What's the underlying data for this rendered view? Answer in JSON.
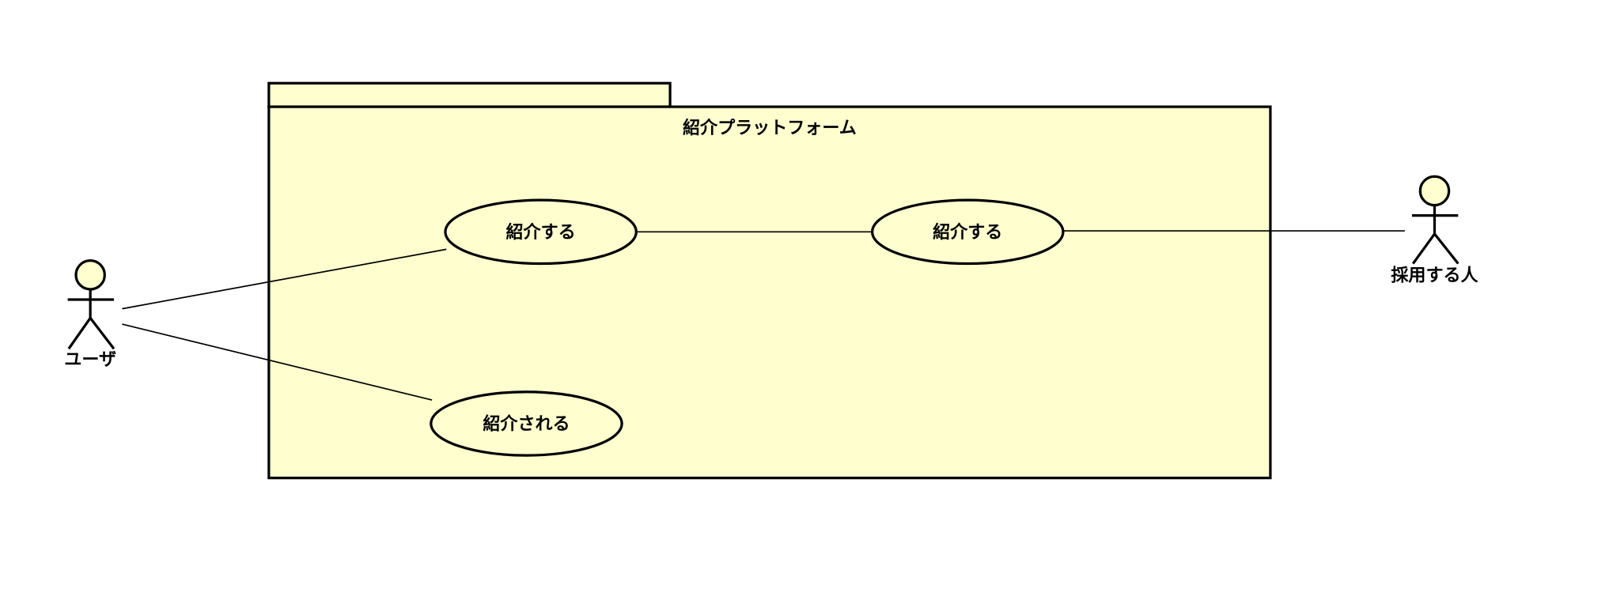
{
  "package": {
    "title": "紹介プラットフォーム"
  },
  "use_cases": [
    {
      "label": "紹介する"
    },
    {
      "label": "紹介する"
    },
    {
      "label": "紹介される"
    }
  ],
  "actors": [
    {
      "label": "ユーザ"
    },
    {
      "label": "採用する人"
    }
  ],
  "colors": {
    "fill": "#FEFECE",
    "stroke": "#000000"
  }
}
